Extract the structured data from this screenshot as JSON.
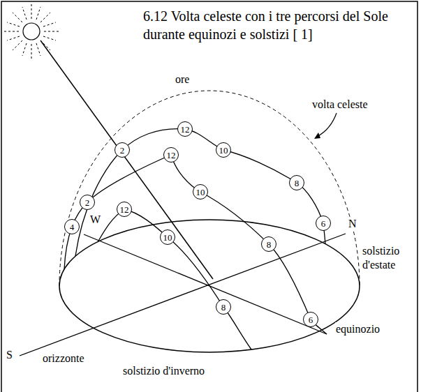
{
  "diagram": {
    "title": "6.12 Volta celeste con i tre percorsi del Sole durante equinozi e solstizi [ 1]",
    "nodes": [
      {
        "text": [
          "12"
        ]
      },
      {
        "text": [
          "2"
        ]
      },
      {
        "text": [
          "10"
        ]
      },
      {
        "text": [
          "12"
        ]
      },
      {
        "text": [
          "8"
        ]
      },
      {
        "text": [
          "10"
        ]
      },
      {
        "text": [
          "2"
        ]
      },
      {
        "text": [
          "12"
        ]
      },
      {
        "text": [
          "6"
        ]
      },
      {
        "text": [
          "4"
        ]
      },
      {
        "text": [
          "10"
        ]
      },
      {
        "text": [
          "8"
        ]
      },
      {
        "text": [
          "8"
        ]
      },
      {
        "text": [
          "6"
        ]
      }
    ],
    "labels": [
      "ore",
      "volta celeste",
      "W",
      "N",
      "solstizio d'estate",
      "equinozio",
      "S",
      "orizzonte",
      "solstizio d'inverno"
    ]
  }
}
